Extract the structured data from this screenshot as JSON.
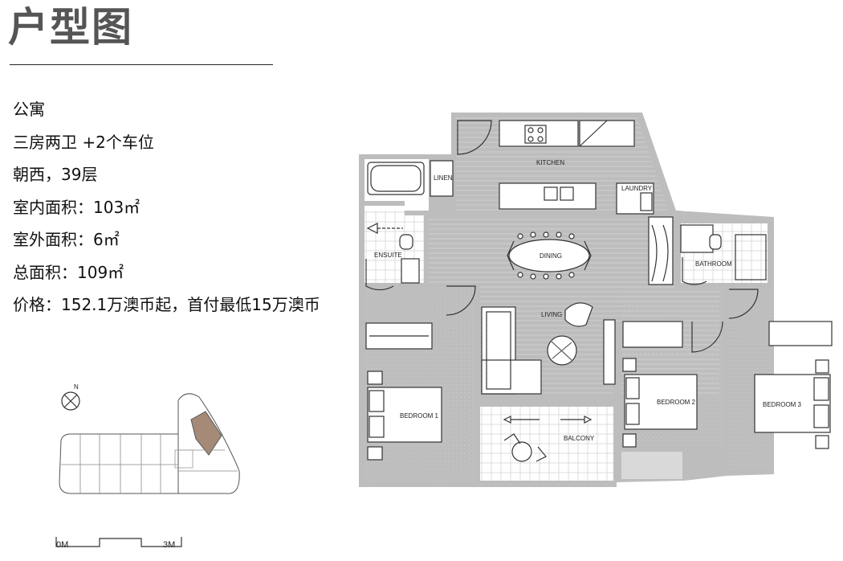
{
  "title": "户型图",
  "info": [
    "公寓",
    "三房两卫 +2个车位",
    "朝西，39层",
    "室内面积：103㎡",
    "室外面积：6㎡",
    "总面积：109㎡",
    "价格：152.1万澳币起，首付最低15万澳币"
  ],
  "rooms": {
    "kitchen": "KITCHEN",
    "linen": "LINEN",
    "laundry": "LAUNDRY",
    "ensuite": "ENSUITE",
    "dining": "DINING",
    "bathroom": "BATHROOM",
    "living": "LIVING",
    "bedroom1": "BEDROOM 1",
    "bedroom2": "BEDROOM 2",
    "bedroom3": "BEDROOM 3",
    "balcony": "BALCONY"
  },
  "compass": "N",
  "scale": {
    "start": "0M",
    "end": "3M"
  },
  "colors": {
    "wall": "#bdbdbd",
    "highlight": "#a58a78",
    "floor_lines": "#cfcfcf"
  }
}
